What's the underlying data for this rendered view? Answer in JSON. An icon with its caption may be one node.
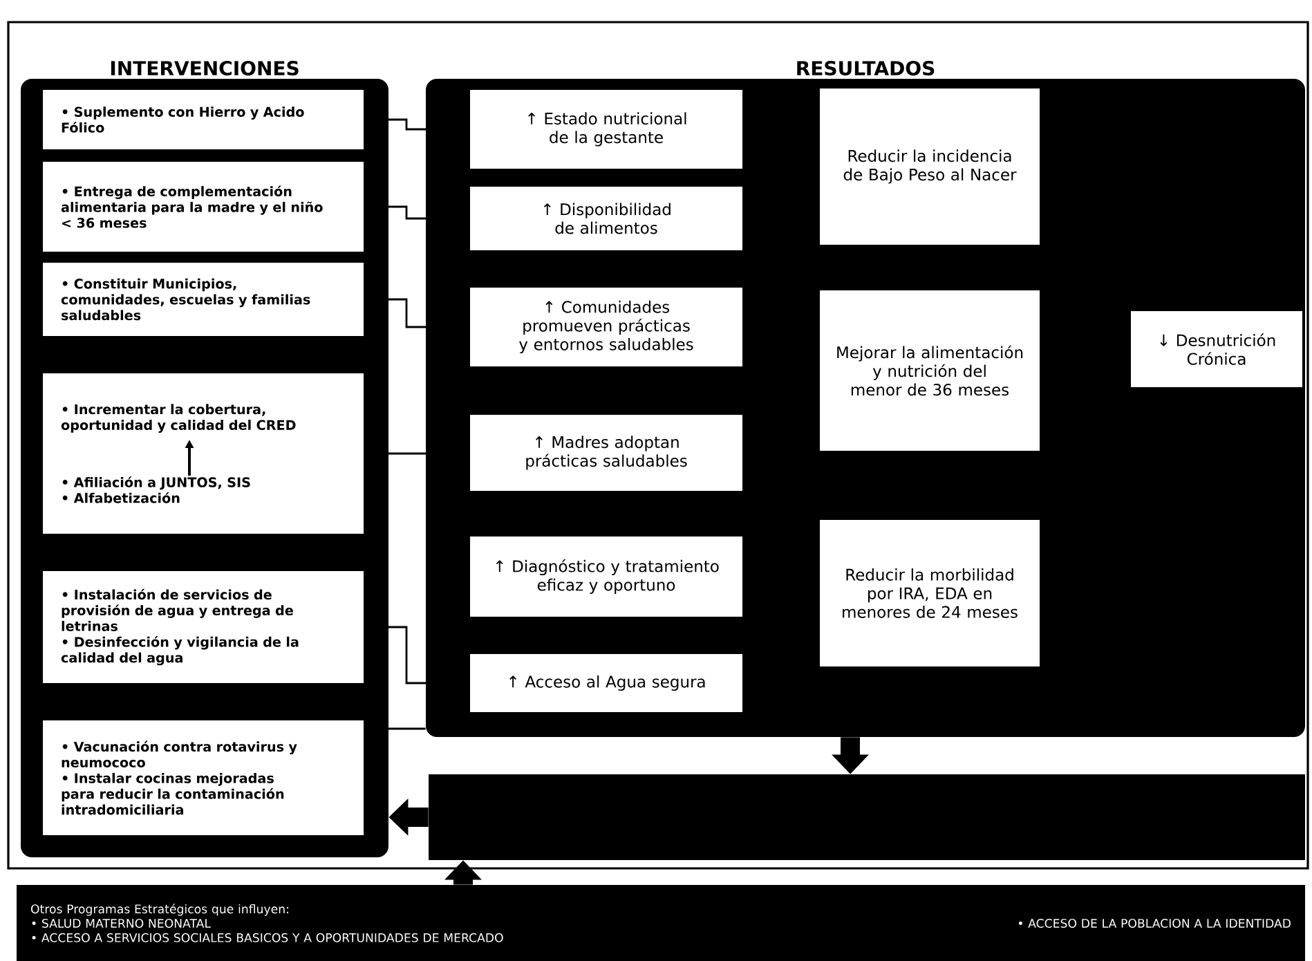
{
  "diagram": {
    "nodes": [
      {
        "text": [
          "INTERVENCIONES"
        ]
      },
      {
        "text": [
          "• Suplemento con Hierro y Acido Fólico"
        ],
        "in": 0
      },
      {
        "text": [
          "• Entrega de complementación alimentaria para la madre y el niño < 36 meses"
        ],
        "in": 0
      },
      {
        "text": [
          "• Constituir Municipios, comunidades, escuelas y familias saludables"
        ],
        "in": 0
      },
      {
        "text": [
          "• Incrementar la cobertura, oportunidad y calidad del CRED",
          "• Afiliación a JUNTOS, SIS",
          "• Alfabetización"
        ],
        "in": 0
      },
      {
        "text": [
          "• Instalación de servicios de provisión de agua y entrega de letrinas",
          "• Desinfección y vigilancia de la calidad del agua"
        ],
        "in": 0
      },
      {
        "text": [
          "• Vacunación contra rotavirus y neumococo",
          "• Instalar cocinas mejoradas para reducir la contaminación intradomiciliaria"
        ],
        "in": 0
      },
      {
        "text": [
          "RESULTADOS"
        ]
      },
      {
        "text": [
          "↑ Estado nutricional de la gestante"
        ],
        "in": 7
      },
      {
        "text": [
          "↑ Disponibilidad de alimentos"
        ],
        "in": 7
      },
      {
        "text": [
          "↑ Comunidades promueven prácticas y entornos saludables"
        ],
        "in": 7
      },
      {
        "text": [
          "↑ Madres adoptan prácticas saludables"
        ],
        "in": 7
      },
      {
        "text": [
          "↑ Diagnóstico y tratamiento eficaz y oportuno"
        ],
        "in": 7
      },
      {
        "text": [
          "↑ Acceso al Agua segura"
        ],
        "in": 7
      },
      {
        "text": [
          "Reducir la incidencia de Bajo Peso al Nacer"
        ],
        "in": 7
      },
      {
        "text": [
          "Mejorar la alimentación y nutrición del menor de 36 meses"
        ],
        "in": 7
      },
      {
        "text": [
          "Reducir la morbilidad por IRA, EDA en menores de 24 meses"
        ],
        "in": 7
      },
      {
        "text": [
          "↓ Desnutrición Crónica"
        ],
        "in": 7
      },
      {
        "text": [],
        "shape": "bar"
      },
      {
        "text": [
          "Otros Programas Estratégicos que influyen:",
          "• SALUD MATERNO NEONATAL",
          "• ACCESO DE LA POBLACION A LA IDENTIDAD",
          "• ACCESO A SERVICIOS SOCIALES BASICOS Y A OPORTUNIDADES DE MERCADO"
        ]
      }
    ],
    "edges": [
      {
        "from": 1,
        "to": 8,
        "arrow": "none"
      },
      {
        "from": 2,
        "to": 9,
        "arrow": "none"
      },
      {
        "from": 3,
        "to": 10,
        "arrow": "none"
      },
      {
        "from": 4,
        "to": 11,
        "arrow": "none"
      },
      {
        "from": 5,
        "to": 13,
        "arrow": "none"
      },
      {
        "from": 6,
        "to": 7,
        "arrow": "none"
      },
      {
        "from": 7,
        "to": 18,
        "arrow": "to",
        "style": "thick"
      },
      {
        "from": 18,
        "to": 0,
        "arrow": "to",
        "style": "thick"
      },
      {
        "from": 19,
        "to": 18,
        "arrow": "to",
        "style": "thick"
      }
    ]
  }
}
